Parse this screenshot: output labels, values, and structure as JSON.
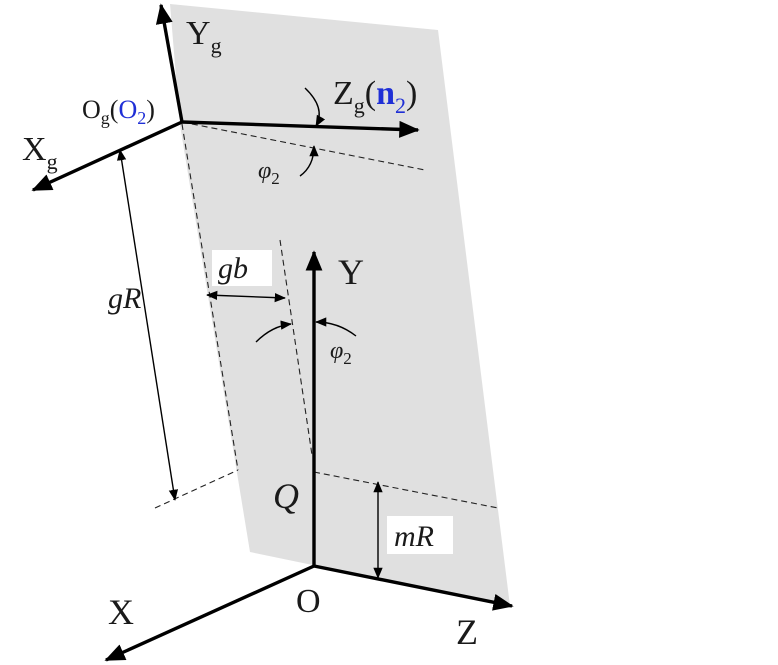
{
  "labels": {
    "yg_main": "Y",
    "yg_sub": "g",
    "zg_main": "Z",
    "zg_sub": "g",
    "zg_open": "(",
    "zg_n": "n",
    "zg_n_sub": "2",
    "zg_close": ")",
    "og_main": "O",
    "og_sub": "g",
    "og_open": "(",
    "og_o": "O",
    "og_o_sub": "2",
    "og_close": ")",
    "xg_main": "X",
    "xg_sub": "g",
    "phi_top": "φ",
    "phi_top_sub": "2",
    "phi_mid": "φ",
    "phi_mid_sub": "2",
    "gR": "gR",
    "gb": "gb",
    "y_axis": "Y",
    "q_point": "Q",
    "mR": "mR",
    "origin": "O",
    "x_axis": "X",
    "z_axis": "Z"
  },
  "colors": {
    "plane_fill": "#e0e0e0",
    "highlight_blue": "#1f2fd6",
    "ink": "#000000"
  }
}
